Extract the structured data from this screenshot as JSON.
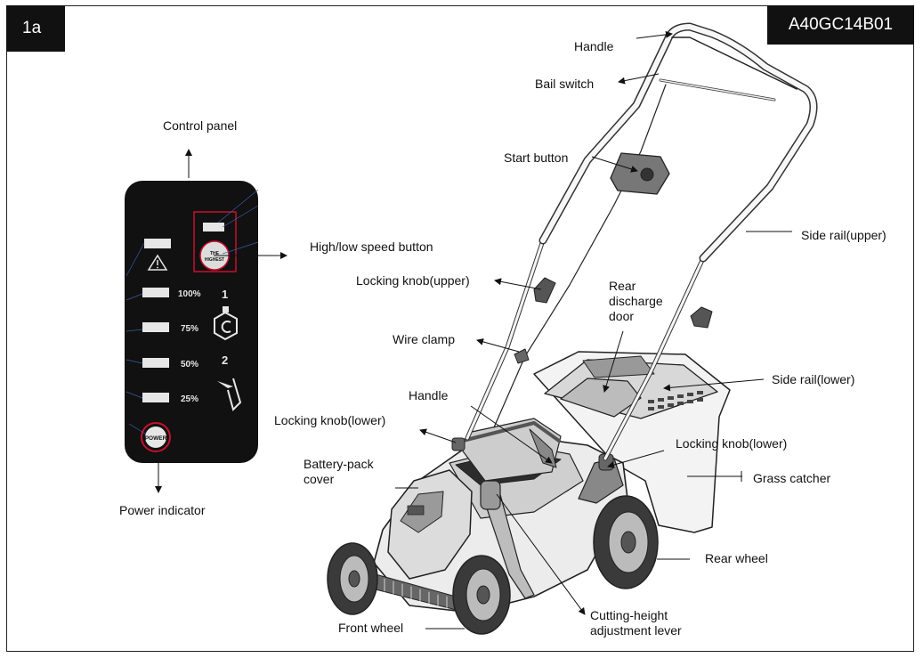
{
  "figure_label": "1a",
  "model_number": "A40GC14B01",
  "labels": {
    "handle_top": "Handle",
    "bail_switch": "Bail switch",
    "control_panel": "Control panel",
    "start_button": "Start button",
    "side_rail_upper": "Side rail(upper)",
    "high_low_speed_button": "High/low speed button",
    "locking_knob_upper": "Locking knob(upper)",
    "rear_discharge_door": "Rear\ndischarge\ndoor",
    "wire_clamp": "Wire clamp",
    "side_rail_lower": "Side rail(lower)",
    "handle_lower": "Handle",
    "locking_knob_lower_left": "Locking knob(lower)",
    "locking_knob_lower_right": "Locking knob(lower)",
    "battery_pack_cover": "Battery-pack\ncover",
    "grass_catcher": "Grass catcher",
    "power_indicator": "Power indicator",
    "rear_wheel": "Rear wheel",
    "cutting_height_lever": "Cutting-height\nadjustment lever",
    "front_wheel": "Front wheel"
  },
  "control_panel": {
    "button_text_top": "THE",
    "button_text_bottom": "HIGHEST",
    "levels": [
      "100%",
      "75%",
      "50%",
      "25%"
    ],
    "speed_1": "1",
    "speed_2": "2",
    "power_button": "POWER",
    "colors": {
      "panel": "#111111",
      "ring": "#c8102e"
    }
  }
}
